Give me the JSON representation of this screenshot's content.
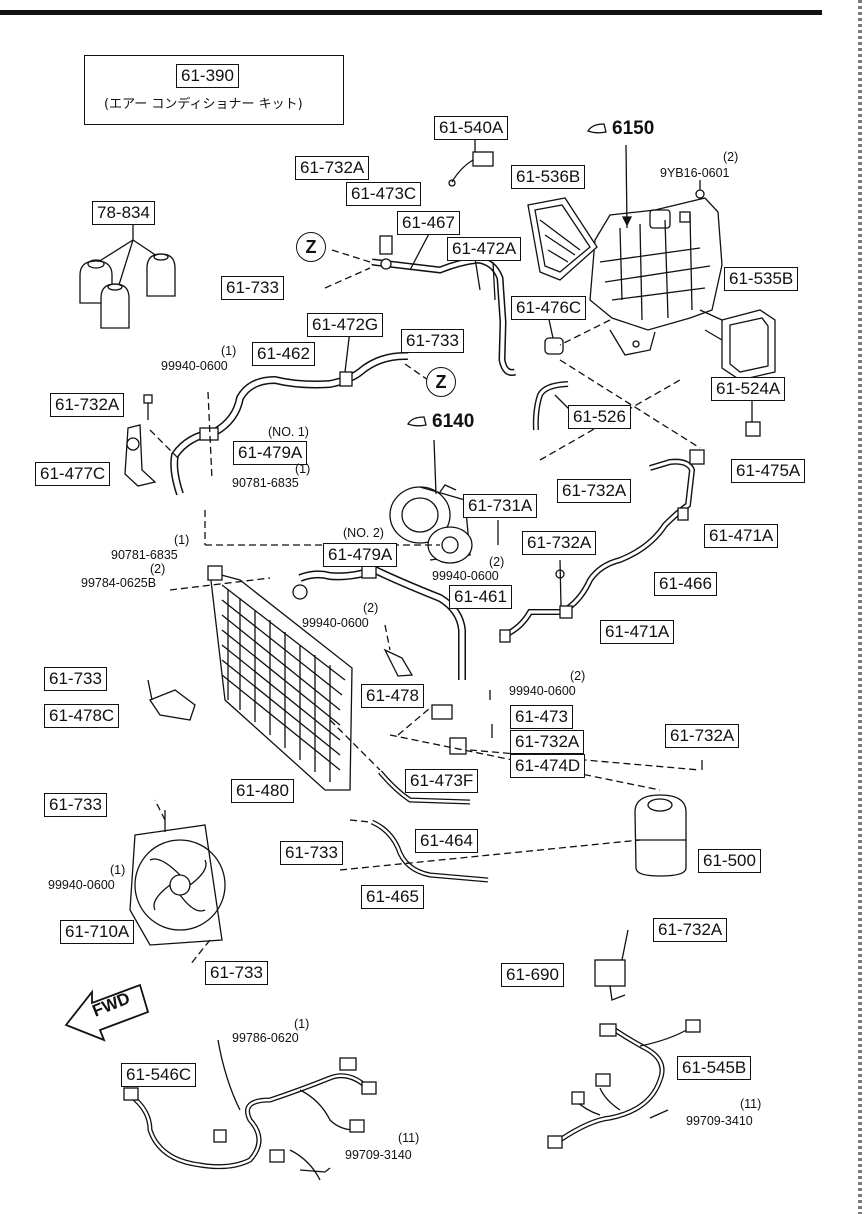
{
  "kit": {
    "code": "61-390",
    "desc": "(エアー コンディショナー キット)"
  },
  "groups": {
    "g6150": "6150",
    "g6140": "6140"
  },
  "z_marker": "Z",
  "fwd": "FWD",
  "parts": {
    "p78834": "78-834",
    "p61540A": "61-540A",
    "p61732A_1": "61-732A",
    "p61473C": "61-473C",
    "p61536B": "61-536B",
    "p61467": "61-467",
    "p61472A": "61-472A",
    "p61535B": "61-535B",
    "p61733_1": "61-733",
    "p61476C": "61-476C",
    "p61472G": "61-472G",
    "p61733_2": "61-733",
    "p61462": "61-462",
    "p61524A": "61-524A",
    "p61732A_2": "61-732A",
    "p61526": "61-526",
    "p61479A_1": "61-479A",
    "p61475A": "61-475A",
    "p61477C": "61-477C",
    "p61732A_3": "61-732A",
    "p61731A": "61-731A",
    "p61471A_1": "61-471A",
    "p61732A_4": "61-732A",
    "p61479A_2": "61-479A",
    "p61466": "61-466",
    "p61461": "61-461",
    "p61471A_2": "61-471A",
    "p61733_3": "61-733",
    "p61478": "61-478",
    "p61478C": "61-478C",
    "p61473": "61-473",
    "p61732A_5": "61-732A",
    "p61732A_6": "61-732A",
    "p61474D": "61-474D",
    "p61480": "61-480",
    "p61473F": "61-473F",
    "p61733_4": "61-733",
    "p61464": "61-464",
    "p61500": "61-500",
    "p61733_5": "61-733",
    "p61465": "61-465",
    "p61710A": "61-710A",
    "p61732A_7": "61-732A",
    "p61733_6": "61-733",
    "p61690": "61-690",
    "p61546C": "61-546C",
    "p61545B": "61-545B"
  },
  "fasteners": {
    "f9yb16": "9YB16-0601",
    "q2a": "(2)",
    "f99940a": "99940-0600",
    "q1a": "(1)",
    "no1": "(NO. 1)",
    "f90781a": "90781-6835",
    "q1b": "(1)",
    "no2": "(NO. 2)",
    "q1c": "(1)",
    "f90781b": "90781-6835",
    "q2b": "(2)",
    "f99784": "99784-0625B",
    "q2c": "(2)",
    "f99940b": "99940-0600",
    "q2d": "(2)",
    "f99940c": "99940-0600",
    "q2e": "(2)",
    "f99940d": "99940-0600",
    "q1d": "(1)",
    "f99940e": "99940-0600",
    "q1e": "(1)",
    "f99786": "99786-0620",
    "q11a": "(11)",
    "f99709a": "99709-3410",
    "q11b": "(11)",
    "f99709b": "99709-3140"
  }
}
